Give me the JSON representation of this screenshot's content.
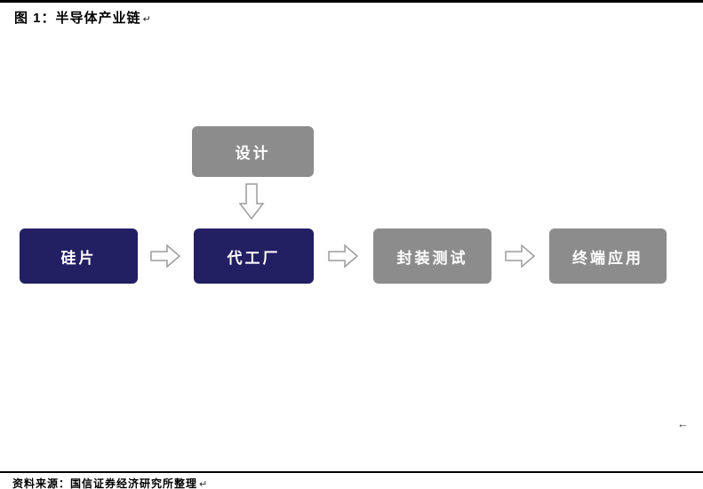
{
  "header": {
    "title": "图 1：半导体产业链",
    "paragraph_mark": "↵"
  },
  "diagram": {
    "top_box": "设计",
    "flow": [
      "硅片",
      "代工厂",
      "封装测试",
      "终端应用"
    ]
  },
  "footer": {
    "source": "资料来源：国信证券经济研究所整理",
    "paragraph_mark": "↵"
  },
  "stray_mark": "←",
  "colors": {
    "navy_box": "#221f63",
    "gray_box": "#8c8c8c",
    "arrow_stroke": "#9c9c9c"
  }
}
